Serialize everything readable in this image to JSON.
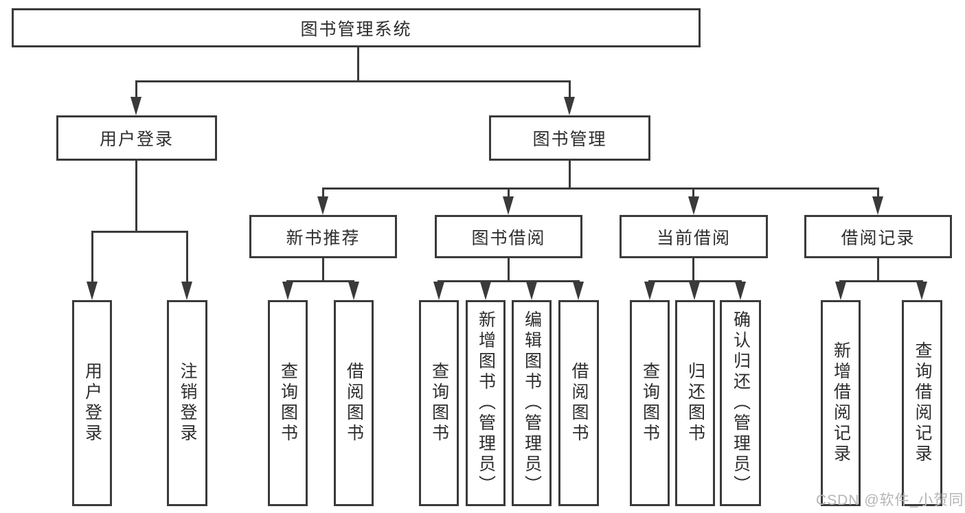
{
  "diagram": {
    "type": "tree-structure-chart",
    "watermark": "CSDN @软件_小贺同学",
    "colors": {
      "background": "#ffffff",
      "box_fill": "#ffffff",
      "box_border": "#3a3a3a",
      "line": "#3a3a3a",
      "text": "#2d2d2d",
      "watermark": "#b5b5b5"
    },
    "tree": {
      "label": "图书管理系统",
      "children": [
        {
          "label": "用户登录",
          "children": [
            {
              "label": "用户登录"
            },
            {
              "label": "注销登录"
            }
          ]
        },
        {
          "label": "图书管理",
          "children": [
            {
              "label": "新书推荐",
              "children": [
                {
                  "label": "查询图书"
                },
                {
                  "label": "借阅图书"
                }
              ]
            },
            {
              "label": "图书借阅",
              "children": [
                {
                  "label": "查询图书"
                },
                {
                  "label": "新增图书（管理员）"
                },
                {
                  "label": "编辑图书（管理员）"
                },
                {
                  "label": "借阅图书"
                }
              ]
            },
            {
              "label": "当前借阅",
              "children": [
                {
                  "label": "查询图书"
                },
                {
                  "label": "归还图书"
                },
                {
                  "label": "确认归还（管理员）"
                }
              ]
            },
            {
              "label": "借阅记录",
              "children": [
                {
                  "label": "新增借阅记录"
                },
                {
                  "label": "查询借阅记录"
                }
              ]
            }
          ]
        }
      ]
    }
  }
}
